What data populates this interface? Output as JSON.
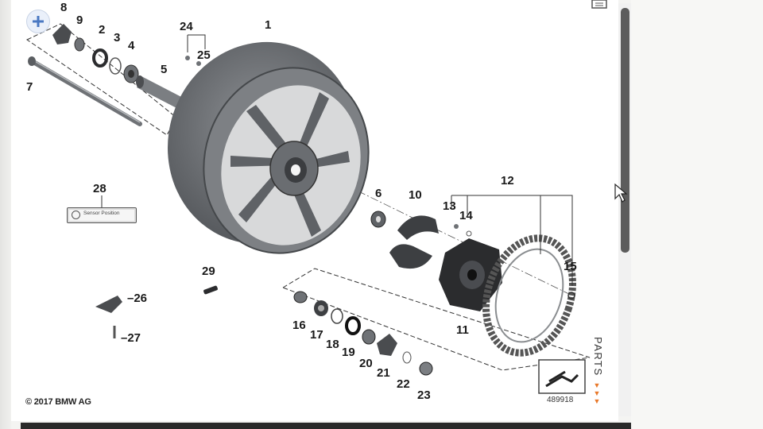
{
  "diagram": {
    "callouts": [
      {
        "id": "1",
        "label": "1"
      },
      {
        "id": "2",
        "label": "2"
      },
      {
        "id": "3",
        "label": "3"
      },
      {
        "id": "4",
        "label": "4"
      },
      {
        "id": "5",
        "label": "5"
      },
      {
        "id": "6",
        "label": "6"
      },
      {
        "id": "7",
        "label": "7"
      },
      {
        "id": "8",
        "label": "8"
      },
      {
        "id": "9",
        "label": "9"
      },
      {
        "id": "10",
        "label": "10"
      },
      {
        "id": "11",
        "label": "11"
      },
      {
        "id": "12",
        "label": "12"
      },
      {
        "id": "13",
        "label": "13"
      },
      {
        "id": "14",
        "label": "14"
      },
      {
        "id": "15",
        "label": "15"
      },
      {
        "id": "16",
        "label": "16"
      },
      {
        "id": "17",
        "label": "17"
      },
      {
        "id": "18",
        "label": "18"
      },
      {
        "id": "19",
        "label": "19"
      },
      {
        "id": "20",
        "label": "20"
      },
      {
        "id": "21",
        "label": "21"
      },
      {
        "id": "22",
        "label": "22"
      },
      {
        "id": "23",
        "label": "23"
      },
      {
        "id": "24",
        "label": "24"
      },
      {
        "id": "25",
        "label": "25"
      },
      {
        "id": "26",
        "label": "–26"
      },
      {
        "id": "27",
        "label": "–27"
      },
      {
        "id": "28",
        "label": "28"
      },
      {
        "id": "29",
        "label": "29"
      }
    ],
    "sensor_label": "Sensor Position",
    "copyright": "© 2017 BMW AG",
    "image_number": "489918"
  },
  "sidebar_tab": {
    "label": "PARTS",
    "arrows": "▼▼▼",
    "accent_color": "#e8782a"
  },
  "icons": {
    "zoom": "zoom-in-plus-icon",
    "print": "print-icon",
    "legend": "diagram-legend-icon",
    "cursor": "mouse-pointer-icon"
  },
  "colors": {
    "part_gray": "#6f7276",
    "part_dark": "#2b2c2e",
    "scroll_thumb": "#5c5c5c",
    "zoom_accent": "#4a78c2"
  }
}
